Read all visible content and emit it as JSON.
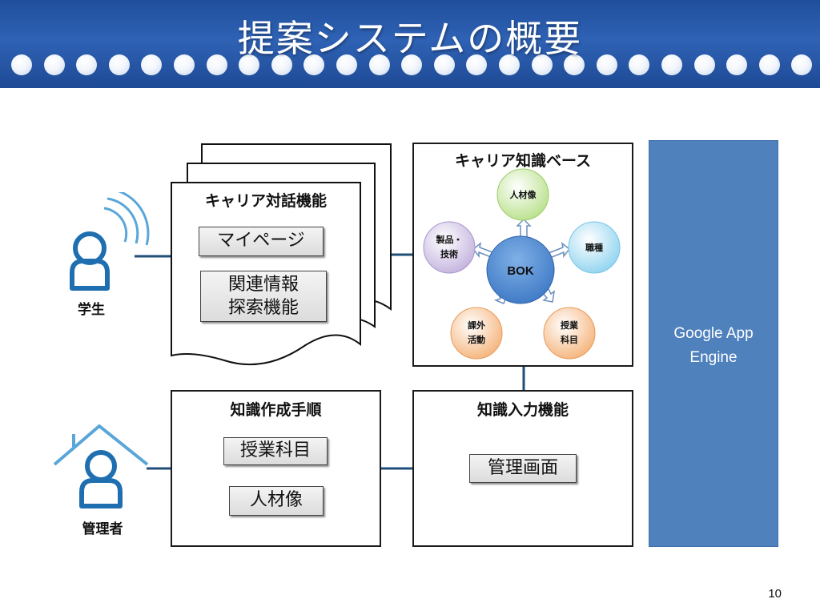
{
  "title": "提案システムの概要",
  "page_number": "10",
  "actors": {
    "student": "学生",
    "admin": "管理者"
  },
  "career_dialog": {
    "title": "キャリア対話機能",
    "buttons": [
      "マイページ",
      "関連情報",
      "探索機能"
    ]
  },
  "knowledge_base": {
    "title": "キャリア知識ベース",
    "center": "BOK",
    "nodes": {
      "top": "人材像",
      "right": "職種",
      "bottom_right_1": "授業",
      "bottom_right_2": "科目",
      "bottom_left_1": "課外",
      "bottom_left_2": "活動",
      "left_1": "製品・",
      "left_2": "技術"
    }
  },
  "knowledge_procedure": {
    "title": "知識作成手順",
    "buttons": [
      "授業科目",
      "人材像"
    ]
  },
  "knowledge_input": {
    "title": "知識入力機能",
    "button": "管理画面"
  },
  "platform": {
    "line1": "Google App",
    "line2": "Engine"
  },
  "colors": {
    "header": "#1f4e9c",
    "platform": "#4f81bd",
    "icon_blue": "#1f6fb0",
    "icon_light": "#5aa6d9"
  }
}
